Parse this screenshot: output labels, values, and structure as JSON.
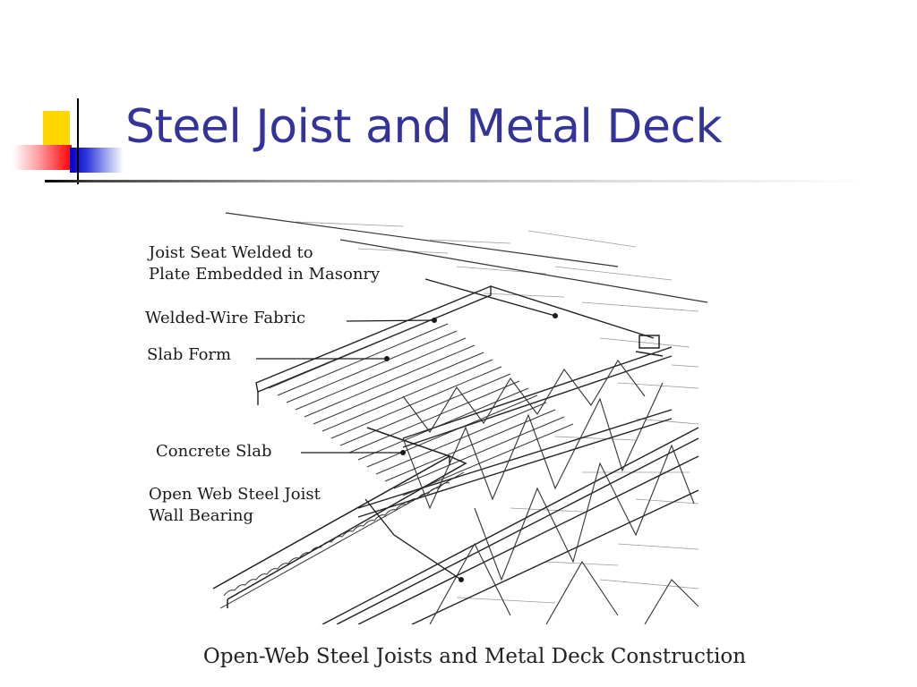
{
  "slide": {
    "title": "Steel Joist and Metal Deck"
  },
  "diagram": {
    "labels": {
      "joist_seat_line1": "Joist Seat Welded to",
      "joist_seat_line2": "Plate Embedded in Masonry",
      "welded_wire_fabric": "Welded-Wire Fabric",
      "slab_form": "Slab Form",
      "concrete_slab": "Concrete Slab",
      "open_web_line1": "Open Web Steel Joist",
      "open_web_line2": "Wall Bearing"
    },
    "caption": "Open-Web Steel Joists and Metal Deck Construction"
  },
  "colors": {
    "title": "#333399",
    "accent_yellow": "#ffd700",
    "accent_red": "#ff0000",
    "accent_blue": "#0000c8",
    "ink": "#1a1a1a"
  }
}
